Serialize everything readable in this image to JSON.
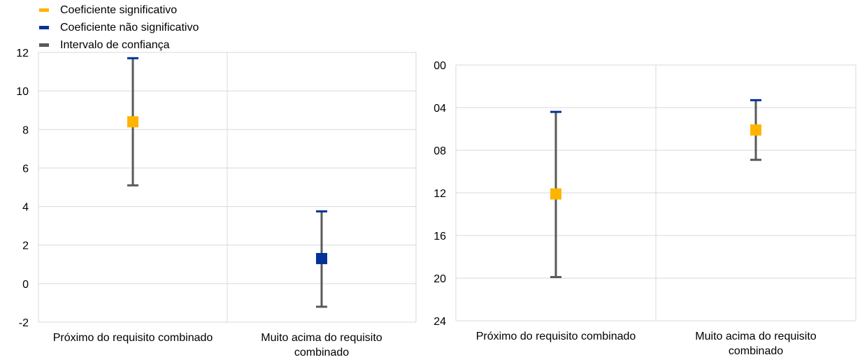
{
  "legend": {
    "significant": "Coeficiente significativo",
    "not_significant": "Coeficiente não significativo",
    "ci": "Intervalo de confiança"
  },
  "colors": {
    "significant": "#FFB400",
    "not_significant": "#003299",
    "ci": "#595959",
    "grid": "#D9D9D9"
  },
  "chart_data": [
    {
      "type": "scatter",
      "categories": [
        "Próximo do requisito combinado",
        "Muito acima do requisito combinado"
      ],
      "category_lines": [
        [
          "Próximo do requisito combinado"
        ],
        [
          "Muito acima do requisito",
          "combinado"
        ]
      ],
      "ylim": [
        -2,
        12
      ],
      "yticks": [
        "-2",
        "0",
        "2",
        "4",
        "6",
        "8",
        "10",
        "12"
      ],
      "ytick_values": [
        -2,
        0,
        2,
        4,
        6,
        8,
        10,
        12
      ],
      "points": [
        {
          "value": 8.4,
          "lower": 5.1,
          "upper": 11.7,
          "significant": true
        },
        {
          "value": 1.3,
          "lower": -1.2,
          "upper": 3.75,
          "significant": false
        }
      ]
    },
    {
      "type": "scatter",
      "categories": [
        "Próximo do requisito combinado",
        "Muito acima do requisito combinado"
      ],
      "category_lines": [
        [
          "Próximo do requisito combinado"
        ],
        [
          "Muito acima do requisito",
          "combinado"
        ]
      ],
      "ylim": [
        -0.24,
        0.0
      ],
      "yticks": [
        "0,00",
        "-0,04",
        "-0,08",
        "-0,12",
        "-0,16",
        "-0,20",
        "-0,24"
      ],
      "ytick_values": [
        0.0,
        -0.04,
        -0.08,
        -0.12,
        -0.16,
        -0.2,
        -0.24
      ],
      "points": [
        {
          "value": -0.121,
          "lower": -0.199,
          "upper": -0.044,
          "significant": true
        },
        {
          "value": -0.061,
          "lower": -0.089,
          "upper": -0.033,
          "significant": true
        }
      ]
    }
  ]
}
